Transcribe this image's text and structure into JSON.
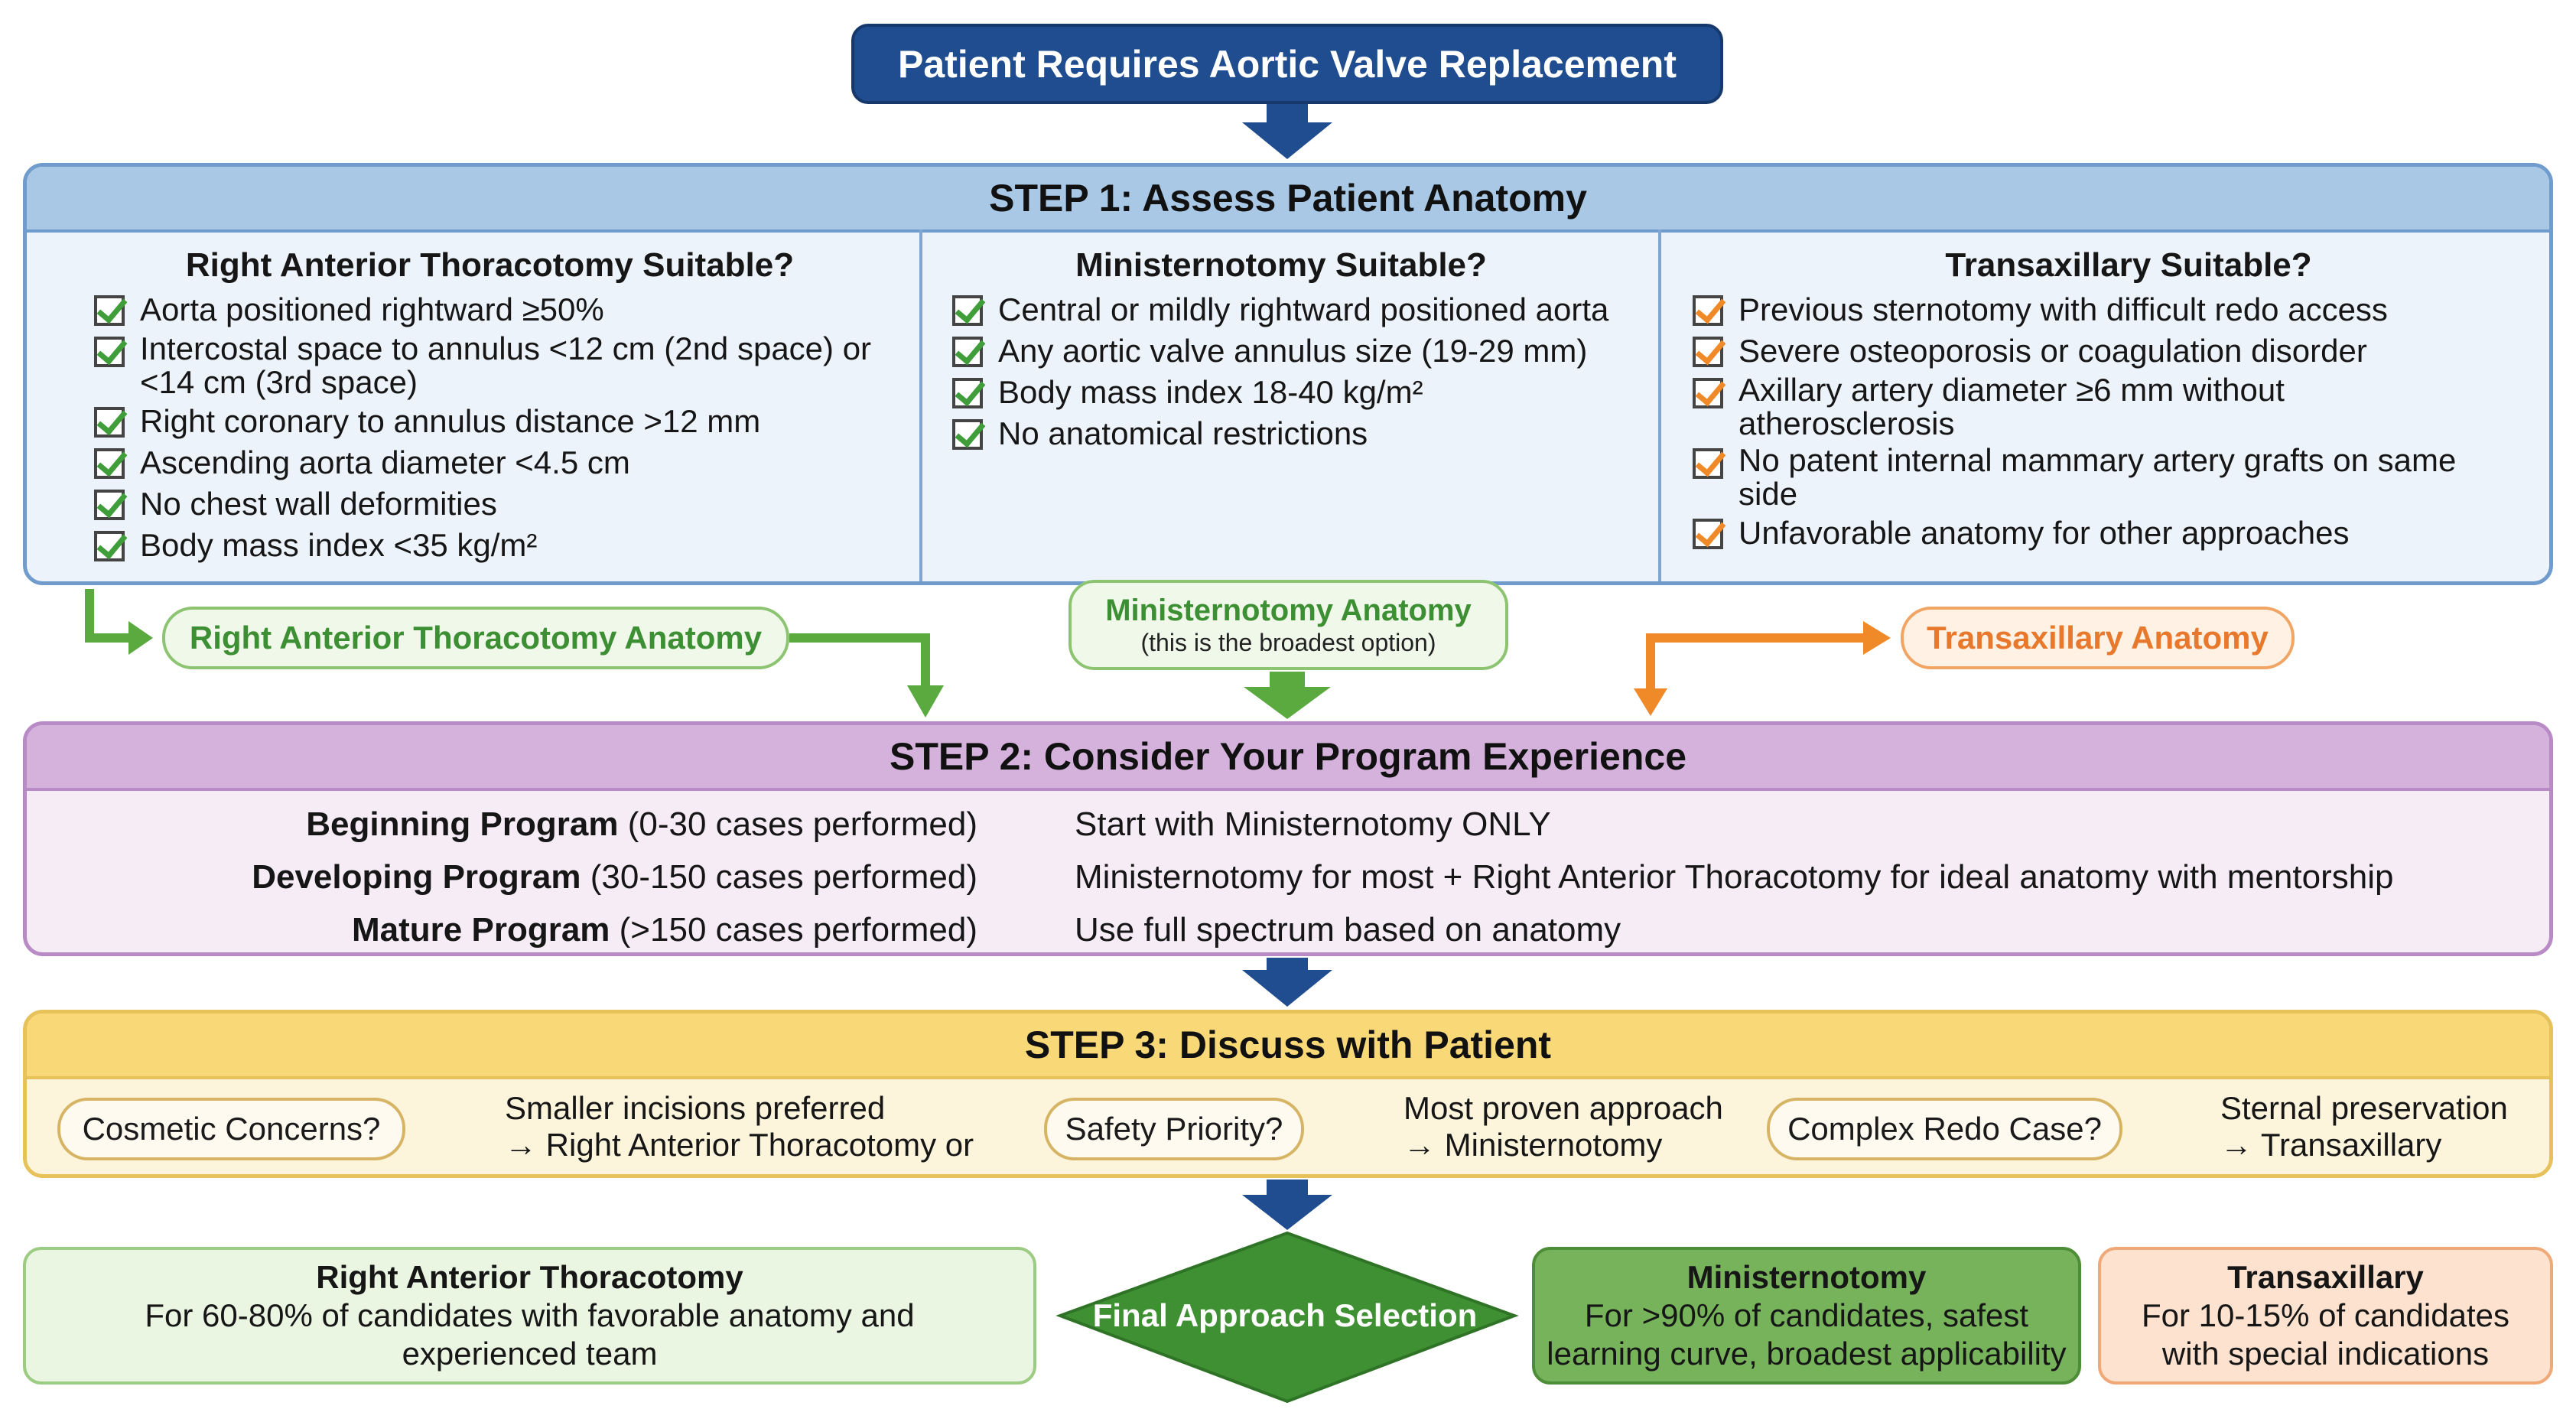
{
  "title": "Patient Requires Aortic Valve Replacement",
  "step1": {
    "heading": "STEP 1: Assess Patient Anatomy",
    "columns": [
      {
        "title": "Right Anterior Thoracotomy Suitable?",
        "items": [
          "Aorta positioned rightward ≥50%",
          "Intercostal space to annulus <12 cm (2nd space) or <14 cm (3rd space)",
          "Right coronary to annulus distance >12 mm",
          "Ascending aorta diameter <4.5 cm",
          "No chest wall deformities",
          "Body mass index <35 kg/m²"
        ]
      },
      {
        "title": "Ministernotomy Suitable?",
        "items": [
          "Central or mildly rightward positioned aorta",
          "Any aortic valve annulus size (19-29 mm)",
          "Body mass index 18-40 kg/m²",
          "No anatomical restrictions"
        ]
      },
      {
        "title": "Transaxillary Suitable?",
        "items": [
          "Previous sternotomy with difficult redo access",
          "Severe osteoporosis or coagulation disorder",
          "Axillary artery diameter ≥6 mm without atherosclerosis",
          "No patent internal mammary artery grafts on same side",
          "Unfavorable anatomy for other approaches"
        ]
      }
    ]
  },
  "anatomy": {
    "rat": "Right Anterior Thoracotomy Anatomy",
    "mini": "Ministernotomy Anatomy",
    "mini_note": "(this is the broadest option)",
    "tax": "Transaxillary Anatomy"
  },
  "step2": {
    "heading": "STEP 2: Consider Your Program Experience",
    "rows": [
      {
        "level": "Beginning Program",
        "cases": "(0-30 cases performed)",
        "action": "Start with Ministernotomy ONLY"
      },
      {
        "level": "Developing Program",
        "cases": "(30-150 cases performed)",
        "action": "Ministernotomy for most + Right Anterior Thoracotomy for ideal anatomy with mentorship"
      },
      {
        "level": "Mature Program",
        "cases": "(>150 cases performed)",
        "action": "Use full spectrum based on anatomy"
      }
    ]
  },
  "step3": {
    "heading": "STEP 3: Discuss with Patient",
    "items": [
      {
        "question": "Cosmetic Concerns?",
        "line1": "Smaller incisions preferred",
        "line2": "→ Right Anterior Thoracotomy or"
      },
      {
        "question": "Safety Priority?",
        "line1": "Most proven approach",
        "line2": "→ Ministernotomy"
      },
      {
        "question": "Complex Redo Case?",
        "line1": "Sternal preservation",
        "line2": "→ Transaxillary"
      }
    ]
  },
  "final": {
    "label": "Final Approach Selection",
    "rat": {
      "title": "Right Anterior Thoracotomy",
      "desc": "For 60-80% of candidates with favorable anatomy and experienced team"
    },
    "mini": {
      "title": "Ministernotomy",
      "desc": "For >90% of candidates, safest learning curve, broadest applicability"
    },
    "tax": {
      "title": "Transaxillary",
      "desc": "For 10-15% of candidates with special indications"
    }
  },
  "colors": {
    "title_blue": "#1f4d8f",
    "green": "#5aaa3f",
    "orange": "#f08a28",
    "step1_header": "#a9c8e6",
    "step2_header": "#d4b2dc",
    "step3_header": "#f8d877"
  }
}
